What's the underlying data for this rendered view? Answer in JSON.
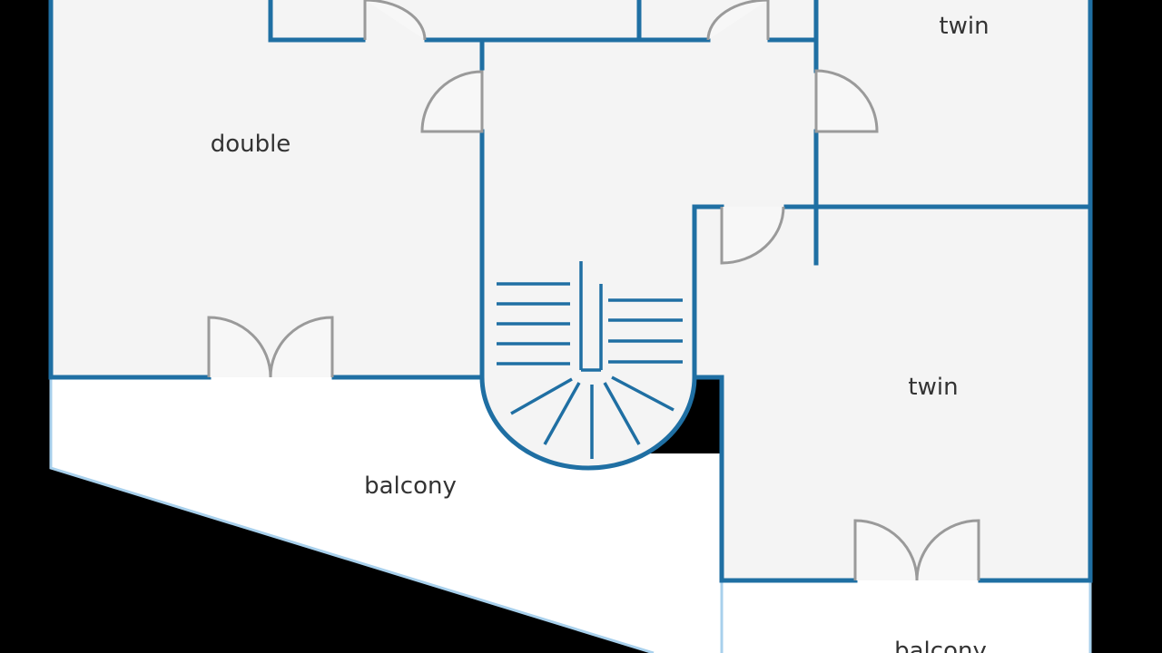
{
  "colors": {
    "background": "#000000",
    "wall": "#1f6fa3",
    "floor": "#f4f4f4",
    "balcony": "#ffffff",
    "balcony_edge": "#a8d0ec",
    "door": "#9a9a9a",
    "text": "#333333"
  },
  "rooms": {
    "double": "double",
    "twin_top": "twin",
    "twin_right": "twin",
    "balcony_left": "balcony",
    "balcony_bottom": "balcony"
  }
}
